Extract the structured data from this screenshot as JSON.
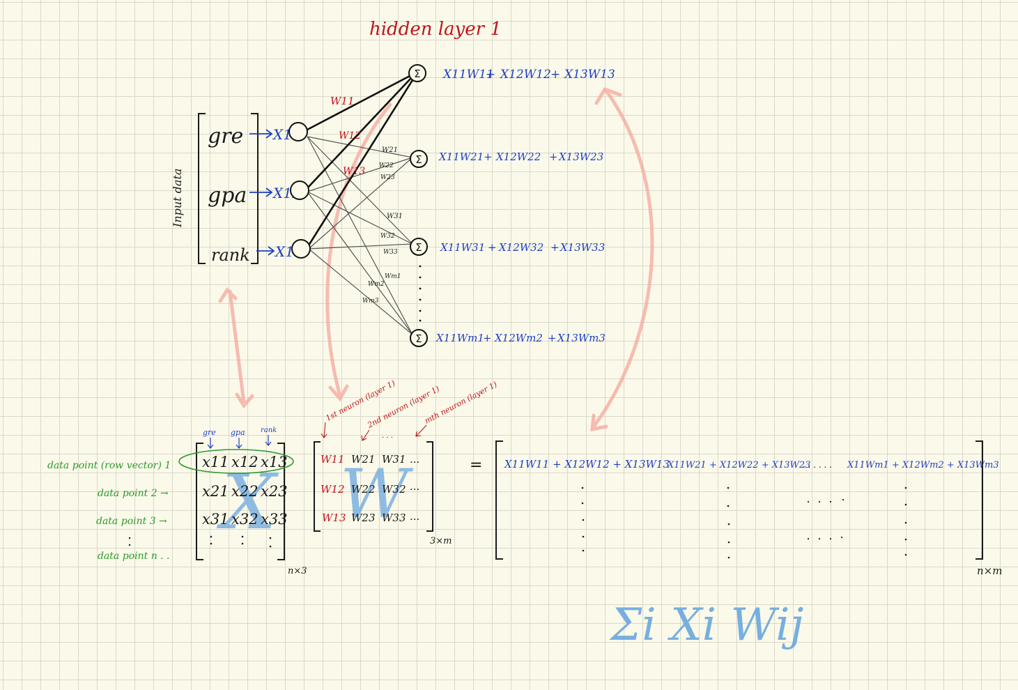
{
  "title": "hidden layer 1",
  "input_label": "Input data",
  "features": [
    "gre",
    "gpa",
    "rank"
  ],
  "inputs": [
    "X11",
    "X12",
    "X13"
  ],
  "sum_symbol": "Σ",
  "weights_top": [
    "W11",
    "W12",
    "W13"
  ],
  "weights_small": [
    "W21",
    "W22",
    "W23",
    "W31",
    "W32",
    "W33",
    "Wm1",
    "Wm2",
    "Wm3"
  ],
  "neuron_equations": [
    [
      "X11W11",
      "+",
      "X12W12",
      "+",
      "X13W13"
    ],
    [
      "X11W21",
      "+",
      "X12W22",
      "+",
      "X13W23"
    ],
    [
      "X11W31",
      "+",
      "X12W32",
      "+",
      "X13W33"
    ],
    [
      "X11Wm1",
      "+",
      "X12Wm2",
      "+",
      "X13Wm3"
    ]
  ],
  "x_matrix": {
    "column_headers": [
      "gre",
      "gpa",
      "rank"
    ],
    "rows": [
      [
        "x11",
        "x12",
        "x13"
      ],
      [
        "x21",
        "x22",
        "x23"
      ],
      [
        "x31",
        "x32",
        "x33"
      ]
    ],
    "big_letter": "X",
    "size": "n×3"
  },
  "row_labels": [
    "data point (row vector) 1",
    "data point 2 →",
    "data point 3 →",
    "data point n . ."
  ],
  "w_matrix": {
    "rows": [
      [
        "W11",
        "W21",
        "W31",
        "..."
      ],
      [
        "W12",
        "W22",
        "W32",
        "..."
      ],
      [
        "W13",
        "W23",
        "W33",
        "..."
      ]
    ],
    "big_letter": "W",
    "size": "3×m",
    "neuron_notes": [
      "1st neuron (layer 1)",
      "2nd neuron (layer 1)",
      "mth neuron (layer 1)"
    ]
  },
  "equals": "=",
  "result_matrix": {
    "row1": [
      "X11W11 + X12W12 + X13W13",
      "X11W21 + X12W22 + X13W23",
      "X11Wm1 + X12Wm2 + X13Wm3"
    ],
    "size": "n×m"
  },
  "formula": "Σi Xi Wij",
  "colors": {
    "blue": "#1d3fc4",
    "red": "#c0141b",
    "green": "#2a9a2a",
    "pink": "#f6a79d",
    "lightblue": "#6aa7e0",
    "grid": "#d8d8cb",
    "paper": "#fbfaea"
  }
}
